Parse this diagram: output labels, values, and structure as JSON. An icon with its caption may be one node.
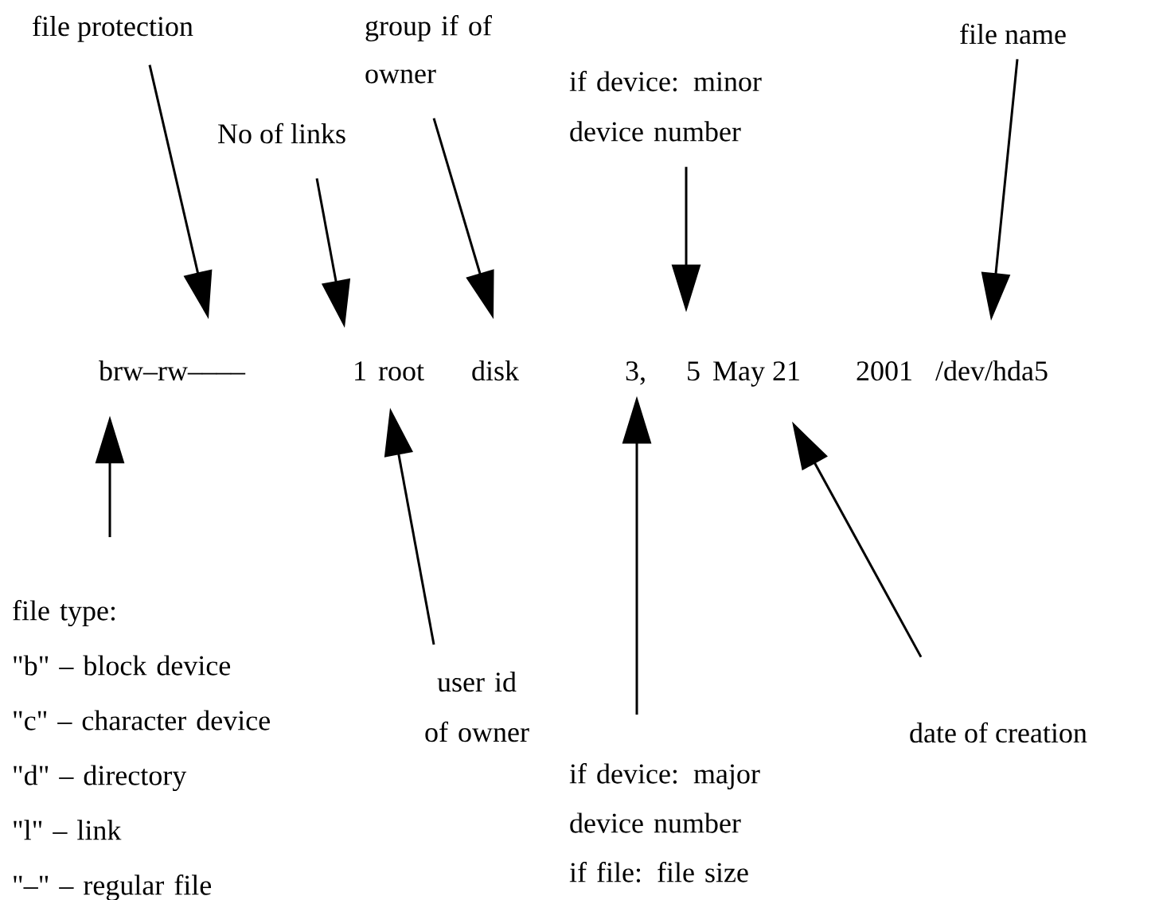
{
  "diagram": {
    "nodes": [
      {
        "text": [
          "file protection"
        ]
      },
      {
        "text": [
          "group if of owner"
        ]
      },
      {
        "text": [
          "No of links"
        ]
      },
      {
        "text": [
          "if device: minor device number"
        ]
      },
      {
        "text": [
          "file name"
        ]
      },
      {
        "text": [
          "brw–rw––––"
        ]
      },
      {
        "text": [
          "1"
        ]
      },
      {
        "text": [
          "root"
        ]
      },
      {
        "text": [
          "disk"
        ]
      },
      {
        "text": [
          "3,"
        ]
      },
      {
        "text": [
          "5"
        ]
      },
      {
        "text": [
          "May 21"
        ]
      },
      {
        "text": [
          "2001"
        ]
      },
      {
        "text": [
          "/dev/hda5"
        ]
      },
      {
        "text": [
          "file type:",
          "\"b\" – block device",
          "\"c\" – character device",
          "\"d\" – directory",
          "\"l\" – link",
          "\"–\" – regular file"
        ]
      },
      {
        "text": [
          "user id of owner"
        ]
      },
      {
        "text": [
          "if device: major device number",
          "if file: file size"
        ]
      },
      {
        "text": [
          "date of creation"
        ]
      }
    ],
    "edges": [
      {
        "from": 0,
        "to": 5,
        "arrow": "to"
      },
      {
        "from": 2,
        "to": 6,
        "arrow": "to"
      },
      {
        "from": 1,
        "to": 8,
        "arrow": "to"
      },
      {
        "from": 3,
        "to": 10,
        "arrow": "to"
      },
      {
        "from": 4,
        "to": 13,
        "arrow": "to"
      },
      {
        "from": 14,
        "to": 5,
        "arrow": "to"
      },
      {
        "from": 15,
        "to": 7,
        "arrow": "to"
      },
      {
        "from": 16,
        "to": 9,
        "arrow": "to"
      },
      {
        "from": 17,
        "to": 11,
        "arrow": "to"
      }
    ]
  }
}
